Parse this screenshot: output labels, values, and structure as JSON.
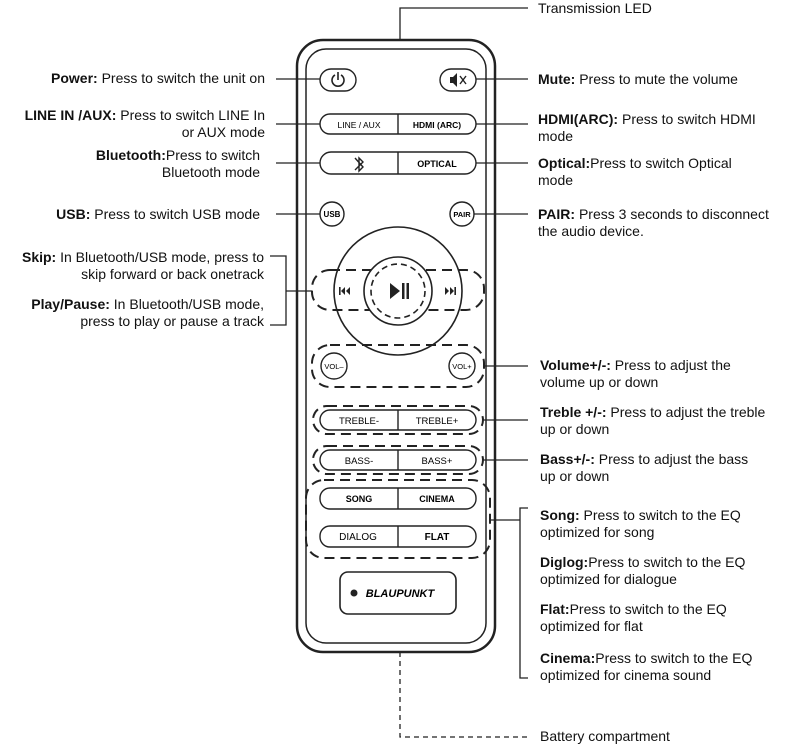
{
  "remote": {
    "buttons": {
      "power_icon": "power-icon",
      "mute_icon": "mute-icon",
      "line_aux": "LINE / AUX",
      "hdmi": "HDMI (ARC)",
      "bt_icon": "bluetooth-icon",
      "optical": "OPTICAL",
      "usb": "USB",
      "pair": "PAIR",
      "vol_minus": "VOL–",
      "vol_plus": "VOL+",
      "treble_minus": "TREBLE-",
      "treble_plus": "TREBLE+",
      "bass_minus": "BASS-",
      "bass_plus": "BASS+",
      "song": "SONG",
      "cinema": "CINEMA",
      "dialog": "DIALOG",
      "flat": "FLAT",
      "prev_glyph": "⏮",
      "play_glyph": "▶❚❚",
      "next_glyph": "⏭"
    },
    "logo": "BLAUPUNKT"
  },
  "annotations": {
    "transmission_led": "Transmission LED",
    "power_title": "Power:",
    "power_text": " Press to switch the unit on",
    "linein_title": "LINE IN /AUX:",
    "linein_text1": " Press to switch LINE In",
    "linein_text2": "or AUX mode",
    "bluetooth_title": "Bluetooth:",
    "bluetooth_text1": "Press to switch",
    "bluetooth_text2": "Bluetooth mode",
    "usb_title": "USB:",
    "usb_text": " Press to switch USB mode",
    "skip_title": "Skip:",
    "skip_text1": " In Bluetooth/USB mode, press to",
    "skip_text2": "skip forward or back onetrack",
    "play_title": "Play/Pause:",
    "play_text1": " In Bluetooth/USB mode,",
    "play_text2": "press to play or pause a track",
    "mute_title": "Mute:",
    "mute_text": " Press to mute the volume",
    "hdmi_title": "HDMI(ARC):",
    "hdmi_text1": " Press to switch HDMI",
    "hdmi_text2": "mode",
    "optical_title": "Optical:",
    "optical_text1": "Press to switch Optical",
    "optical_text2": "mode",
    "pair_title": "PAIR:",
    "pair_text1": " Press 3 seconds to disconnect",
    "pair_text2": "the audio device.",
    "volume_title": "Volume+/-:",
    "volume_text1": " Press to adjust the",
    "volume_text2": "volume up or down",
    "treble_title": "Treble +/-:",
    "treble_text1": " Press to adjust the treble",
    "treble_text2": "up or down",
    "bass_title": "Bass+/-:",
    "bass_text1": " Press to adjust the bass",
    "bass_text2": "up or down",
    "song_title": "Song:",
    "song_text1": " Press to switch to the EQ",
    "song_text2": "optimized for song",
    "dialog_title": "Diglog:",
    "dialog_text1": "Press to switch to the EQ",
    "dialog_text2": "optimized for dialogue",
    "flat_title": "Flat:",
    "flat_text1": "Press to switch to the EQ",
    "flat_text2": "optimized for flat",
    "cinema_title": "Cinema:",
    "cinema_text1": "Press to switch to the EQ",
    "cinema_text2": "optimized for cinema sound",
    "battery": "Battery compartment"
  }
}
